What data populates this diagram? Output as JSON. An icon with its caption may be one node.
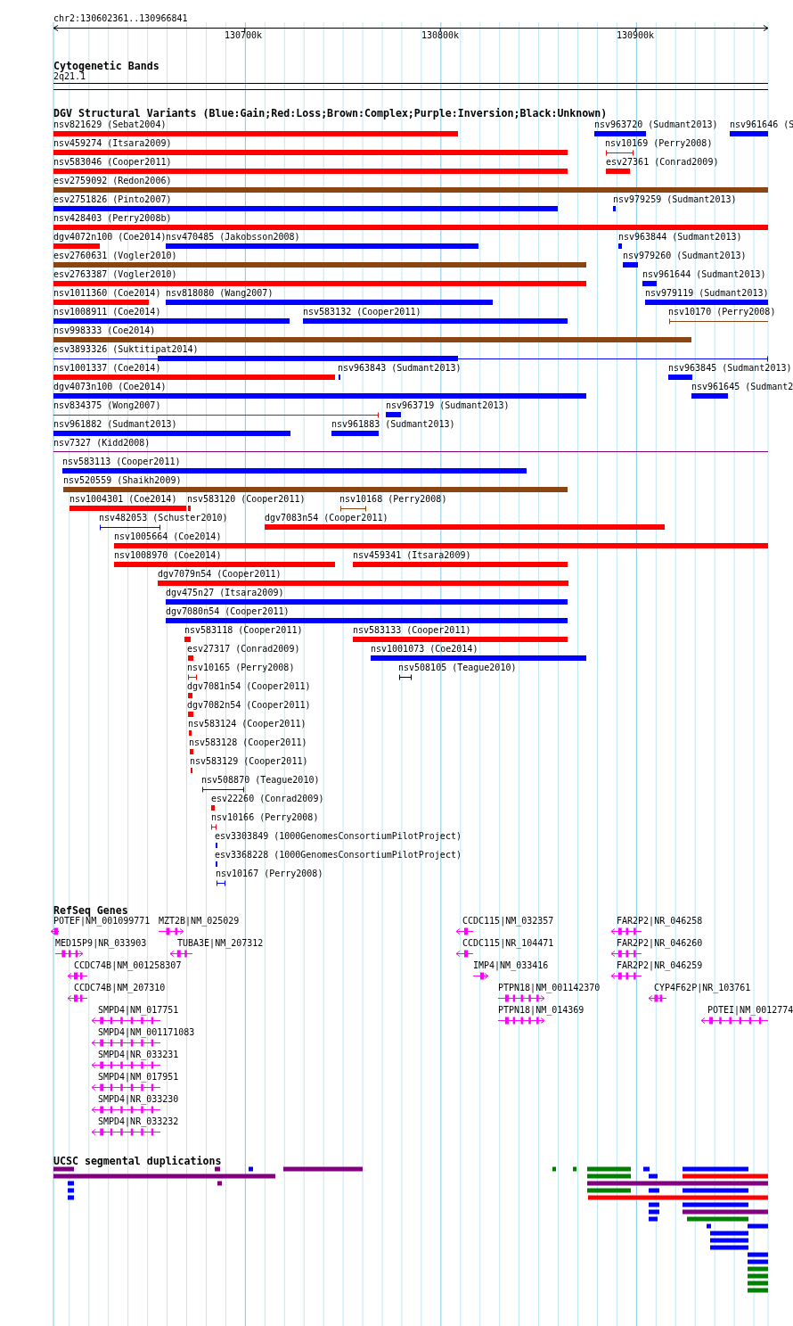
{
  "diagram": {
    "labels": [
      "chr2:130602361..130966841",
      "130700k",
      "130800k",
      "130900k",
      "Cytogenetic Bands",
      "2q21.1",
      "DGV Structural Variants (Blue:Gain;Red:Loss;Brown:Complex;Purple:Inversion;Black:Unknown)",
      "nsv821629 (Sebat2004)",
      "nsv963720 (Sudmant2013)",
      "nsv961646 (S",
      "nsv459274 (Itsara2009)",
      "nsv10169 (Perry2008)",
      "nsv583046 (Cooper2011)",
      "esv27361 (Conrad2009)",
      "esv2759092 (Redon2006)",
      "esv2751826 (Pinto2007)",
      "nsv979259 (Sudmant2013)",
      "nsv428403 (Perry2008b)",
      "dgv4072n100 (Coe2014)",
      "nsv470485 (Jakobsson2008)",
      "nsv963844 (Sudmant2013)",
      "esv2760631 (Vogler2010)",
      "nsv979260 (Sudmant2013)",
      "esv2763387 (Vogler2010)",
      "nsv961644 (Sudmant2013)",
      "nsv1011360 (Coe2014)",
      "nsv818080 (Wang2007)",
      "nsv979119 (Sudmant2013)",
      "nsv1008911 (Coe2014)",
      "nsv583132 (Cooper2011)",
      "nsv10170 (Perry2008)",
      "nsv998333 (Coe2014)",
      "esv3893326 (Suktitipat2014)",
      "nsv1001337 (Coe2014)",
      "nsv963843 (Sudmant2013)",
      "nsv963845 (Sudmant2013)",
      "dgv4073n100 (Coe2014)",
      "nsv961645 (Sudmant2",
      "nsv834375 (Wong2007)",
      "nsv963719 (Sudmant2013)",
      "nsv961882 (Sudmant2013)",
      "nsv961883 (Sudmant2013)",
      "nsv7327 (Kidd2008)",
      "nsv583113 (Cooper2011)",
      "nsv520559 (Shaikh2009)",
      "nsv1004301 (Coe2014)",
      "nsv583120 (Cooper2011)",
      "nsv10168 (Perry2008)",
      "nsv482053 (Schuster2010)",
      "dgv7083n54 (Cooper2011)",
      "nsv1005664 (Coe2014)",
      "nsv1008970 (Coe2014)",
      "nsv459341 (Itsara2009)",
      "dgv7079n54 (Cooper2011)",
      "dgv475n27 (Itsara2009)",
      "dgv7080n54 (Cooper2011)",
      "nsv583118 (Cooper2011)",
      "nsv583133 (Cooper2011)",
      "esv27317 (Conrad2009)",
      "nsv1001073 (Coe2014)",
      "nsv10165 (Perry2008)",
      "nsv508105 (Teague2010)",
      "dgv7081n54 (Cooper2011)",
      "dgv7082n54 (Cooper2011)",
      "nsv583124 (Cooper2011)",
      "nsv583128 (Cooper2011)",
      "nsv583129 (Cooper2011)",
      "nsv508870 (Teague2010)",
      "esv22260 (Conrad2009)",
      "nsv10166 (Perry2008)",
      "esv3303849 (1000GenomesConsortiumPilotProject)",
      "esv3368228 (1000GenomesConsortiumPilotProject)",
      "nsv10167 (Perry2008)",
      "RefSeq Genes",
      "POTEF|NM_001099771",
      "MZT2B|NM_025029",
      "CCDC115|NM_032357",
      "FAR2P2|NR_046258",
      "MED15P9|NR_033903",
      "TUBA3E|NM_207312",
      "CCDC115|NR_104471",
      "FAR2P2|NR_046260",
      "CCDC74B|NM_001258307",
      "IMP4|NM_033416",
      "FAR2P2|NR_046259",
      "CCDC74B|NM_207310",
      "PTPN18|NM_001142370",
      "CYP4F62P|NR_103761",
      "SMPD4|NM_017751",
      "PTPN18|NM_014369",
      "POTEI|NM_0012774",
      "SMPD4|NM_001171083",
      "SMPD4|NR_033231",
      "SMPD4|NM_017951",
      "SMPD4|NR_033230",
      "SMPD4|NR_033232",
      "UCSC segmental duplications"
    ]
  }
}
